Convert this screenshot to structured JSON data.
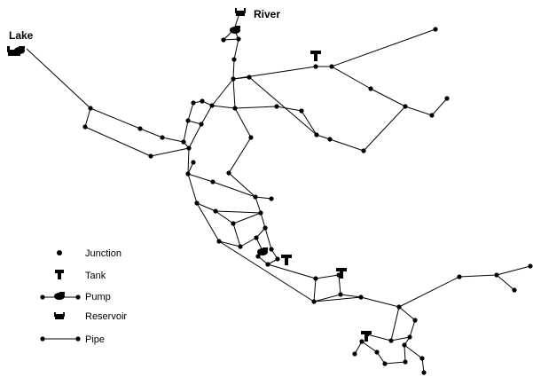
{
  "labels": {
    "lake": "Lake",
    "river": "River"
  },
  "legend": {
    "junction": "Junction",
    "tank": "Tank",
    "pump": "Pump",
    "reservoir": "Reservoir",
    "pipe": "Pipe"
  },
  "style": {
    "background": "#ffffff",
    "line_color": "#000000"
  }
}
